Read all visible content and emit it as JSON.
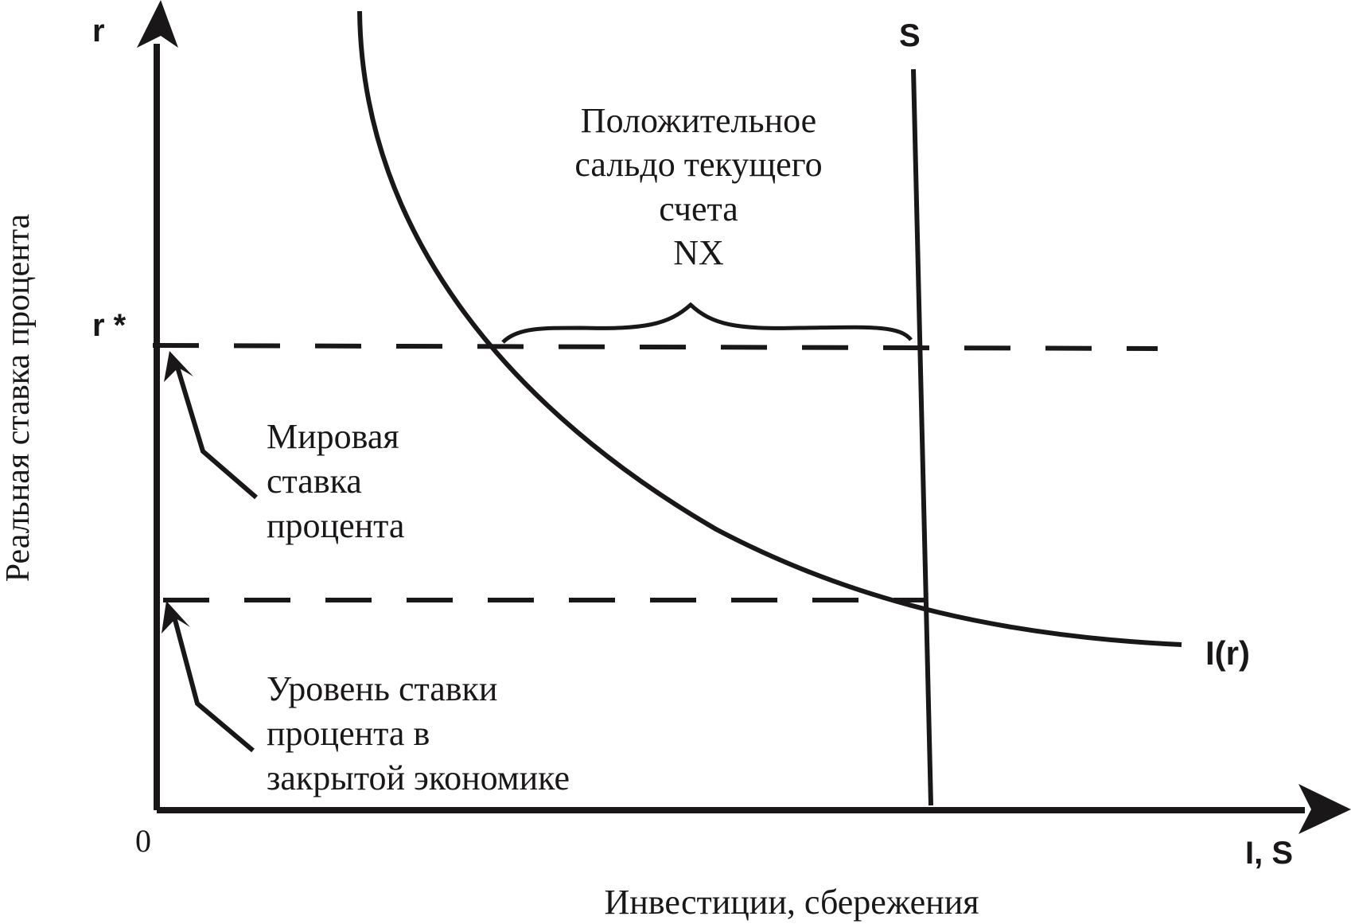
{
  "axes": {
    "y_symbol": "r",
    "x_symbol": "I, S",
    "origin": "0",
    "y_title": "Реальная ставка процента",
    "x_title": "Инвестиции, сбережения"
  },
  "labels": {
    "r_star": "r *",
    "s_curve": "S",
    "i_curve": "I(r)"
  },
  "annotations": {
    "nx": [
      "Положительное",
      "сальдо текущего",
      "счета",
      "NX"
    ],
    "world_rate": [
      "Мировая",
      "ставка",
      "процента"
    ],
    "closed_rate": [
      "Уровень ставки",
      "процента в",
      "закрытой экономике"
    ]
  }
}
